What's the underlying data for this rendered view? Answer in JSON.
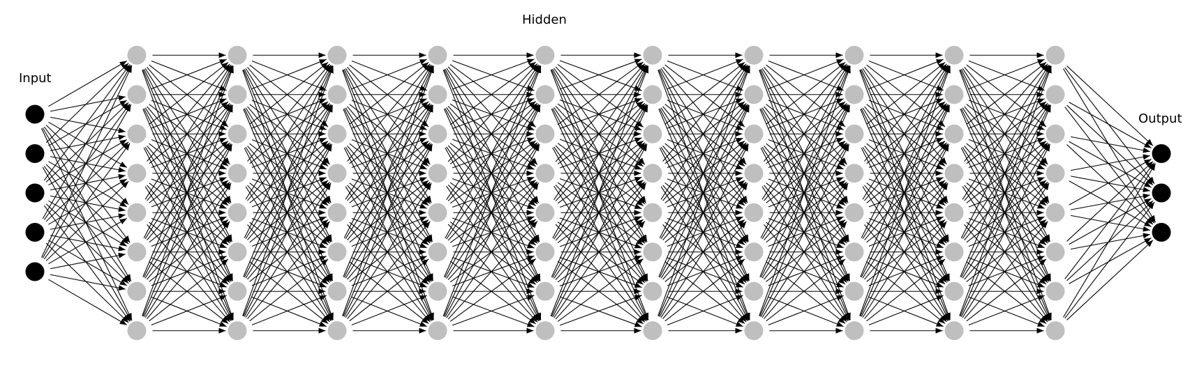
{
  "diagram": {
    "type": "feed-forward neural network",
    "labels": {
      "input": "Input",
      "hidden": "Hidden",
      "output": "Output"
    },
    "layers": [
      {
        "role": "input",
        "nodes": 5
      },
      {
        "role": "hidden",
        "nodes": 8
      },
      {
        "role": "hidden",
        "nodes": 8
      },
      {
        "role": "hidden",
        "nodes": 8
      },
      {
        "role": "hidden",
        "nodes": 8
      },
      {
        "role": "hidden",
        "nodes": 8
      },
      {
        "role": "hidden",
        "nodes": 8
      },
      {
        "role": "hidden",
        "nodes": 8
      },
      {
        "role": "hidden",
        "nodes": 8
      },
      {
        "role": "hidden",
        "nodes": 8
      },
      {
        "role": "hidden",
        "nodes": 8
      },
      {
        "role": "output",
        "nodes": 3
      }
    ],
    "connectivity": "fully-connected",
    "colors": {
      "input_node": "#000000",
      "hidden_node": "#bfbfbf",
      "output_node": "#000000",
      "edge": "#000000"
    }
  }
}
